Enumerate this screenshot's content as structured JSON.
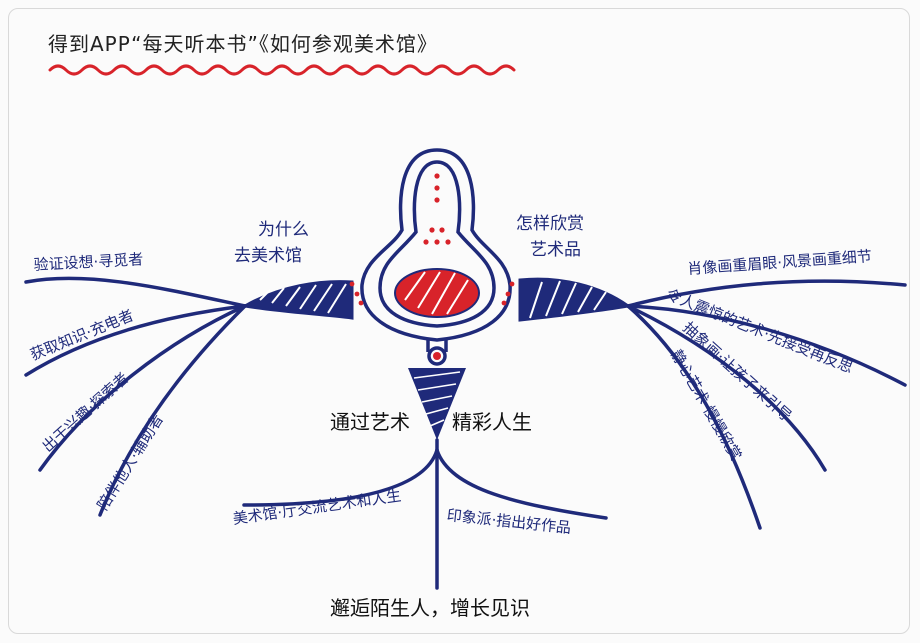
{
  "title": "得到APP“每天听本书”《如何参观美术馆》",
  "center": {
    "left_label": "通过艺术",
    "right_label": "精彩人生"
  },
  "branches": {
    "why": {
      "heading_line1": "为什么",
      "heading_line2": "去美术馆",
      "items": [
        "验证设想·寻觅者",
        "获取知识·充电者",
        "出于兴趣·探索者",
        "陪伴他人·辅助者"
      ]
    },
    "how": {
      "heading_line1": "怎样欣赏",
      "heading_line2": "艺术品",
      "items": [
        "肖像画重眉眼·风景画重细节",
        "令人震惊的艺术·先接受再反思",
        "抽象画·让孩子来引导",
        "静心艺术·慢慢欣赏"
      ]
    },
    "bottom": {
      "items": [
        "美术馆·厅交流艺术和人生",
        "印象派·指出好作品"
      ],
      "footer": "邂逅陌生人，增长见识"
    }
  },
  "colors": {
    "ink": "#1f2a7a",
    "accent_red": "#d8232a",
    "underline": "#d8232a"
  }
}
